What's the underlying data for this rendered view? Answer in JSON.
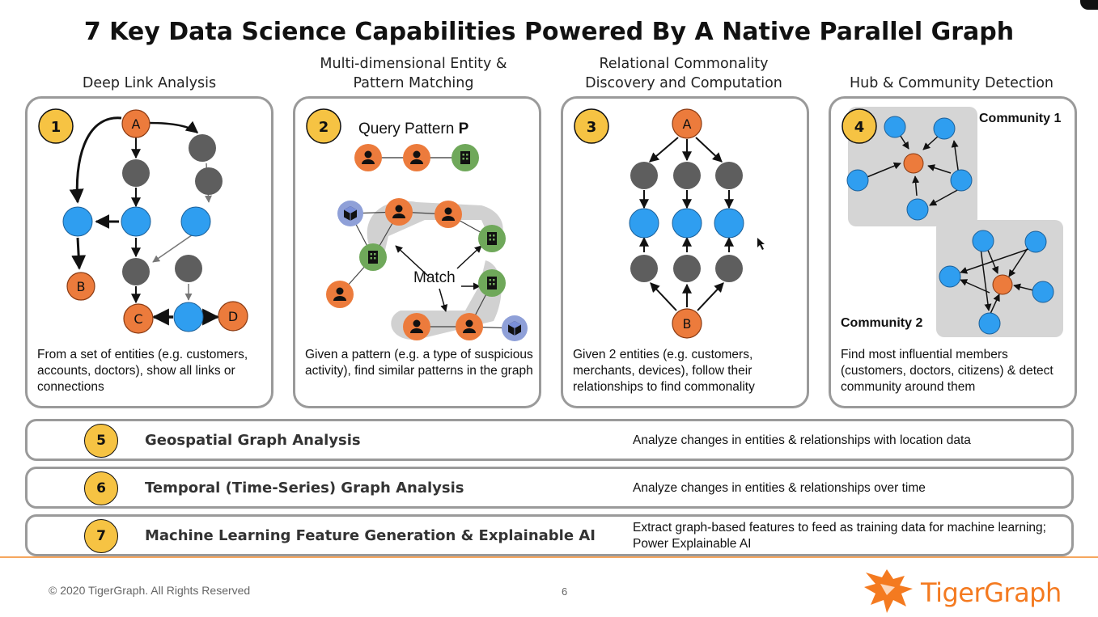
{
  "title": "7 Key Data Science Capabilities Powered By A Native Parallel Graph",
  "columns": [
    {
      "heading_lines": [
        "Deep Link Analysis"
      ],
      "badge": "1",
      "description": "From a set of entities (e.g. customers, accounts, doctors), show all links or connections"
    },
    {
      "heading_lines": [
        "Multi-dimensional Entity &",
        "Pattern Matching"
      ],
      "badge": "2",
      "query_label": "Query Pattern ",
      "query_bold": "P",
      "match_label": "Match",
      "description": "Given a pattern (e.g. a type of suspicious activity), find similar patterns in the graph"
    },
    {
      "heading_lines": [
        "Relational Commonality",
        "Discovery and Computation"
      ],
      "badge": "3",
      "description": "Given 2 entities  (e.g. customers, merchants, devices), follow their relationships to find commonality"
    },
    {
      "heading_lines": [
        "Hub & Community Detection"
      ],
      "badge": "4",
      "community1": "Community 1",
      "community2": "Community 2",
      "description": "Find most influential members (customers, doctors, citizens) & detect community around them"
    }
  ],
  "node_labels": {
    "a": "A",
    "b": "B",
    "c": "C",
    "d": "D"
  },
  "rows": [
    {
      "badge": "5",
      "name": "Geospatial Graph Analysis",
      "description": "Analyze changes in entities & relationships with location data"
    },
    {
      "badge": "6",
      "name": "Temporal (Time-Series) Graph Analysis",
      "description": "Analyze changes in entities & relationships over time"
    },
    {
      "badge": "7",
      "name": "Machine Learning Feature Generation & Explainable AI",
      "description": "Extract graph-based features to feed as training data for machine learning; Power Explainable AI"
    }
  ],
  "footer": {
    "copyright": "© 2020 TigerGraph. All Rights Reserved",
    "page": "6",
    "logo_text": "TigerGraph"
  },
  "colors": {
    "orange_node": "#ec7b3c",
    "blue_node": "#2f9ef0",
    "gray_node": "#5e5e5e",
    "green_node": "#6fa85a",
    "badge": "#f6c343",
    "brand": "#f47a20"
  }
}
